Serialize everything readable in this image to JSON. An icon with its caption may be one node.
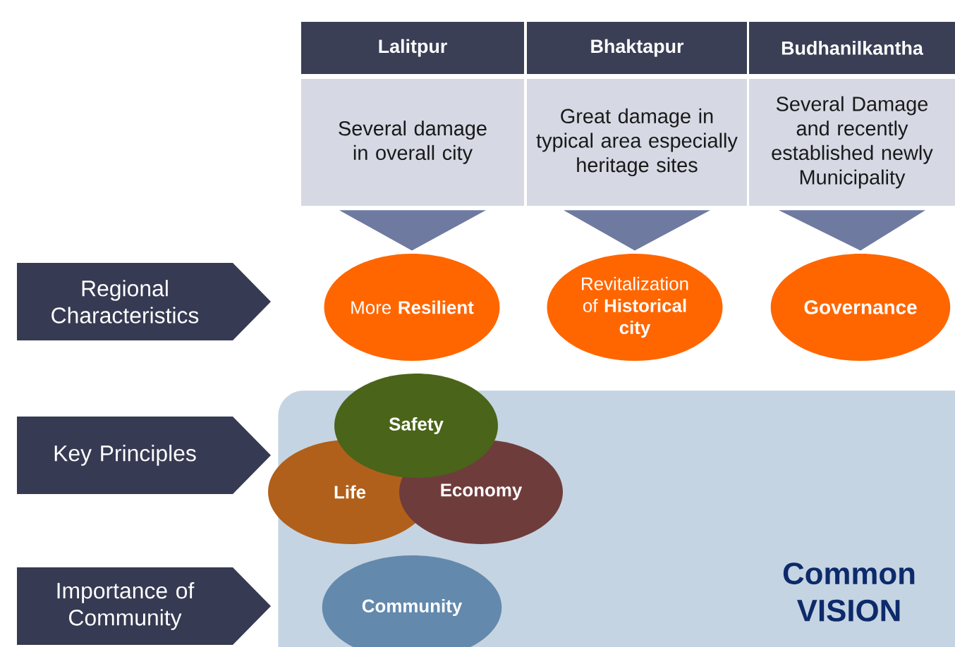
{
  "diagram": {
    "nodes": [
      {
        "text": [
          "Lalitpur"
        ]
      },
      {
        "text": [
          "Bhaktapur"
        ]
      },
      {
        "text": [
          "Budhanilkantha"
        ]
      },
      {
        "text": [
          "Several damage in overall city"
        ]
      },
      {
        "text": [
          "Great damage in typical area especially heritage sites"
        ]
      },
      {
        "text": [
          "Several Damage and recently established newly Municipality"
        ]
      },
      {
        "text": [
          "More **Resilient**"
        ]
      },
      {
        "text": [
          "Revitalization of **Historical city**"
        ]
      },
      {
        "text": [
          "Governance"
        ]
      },
      {
        "text": [
          "Regional Characteristics"
        ]
      },
      {
        "text": [
          "Key Principles"
        ]
      },
      {
        "text": [
          "Importance of Community"
        ]
      },
      {
        "text": [
          "Common VISION"
        ]
      },
      {
        "text": [
          "Safety"
        ]
      },
      {
        "text": [
          "Life"
        ]
      },
      {
        "text": [
          "Economy"
        ],
        "in": 12
      },
      {
        "text": [
          "Community"
        ],
        "in": 12
      }
    ],
    "edges": [
      {
        "from": 3,
        "to": 6,
        "arrow": "to"
      },
      {
        "from": 4,
        "to": 7,
        "arrow": "to"
      },
      {
        "from": 5,
        "to": 8,
        "arrow": "to"
      }
    ]
  }
}
